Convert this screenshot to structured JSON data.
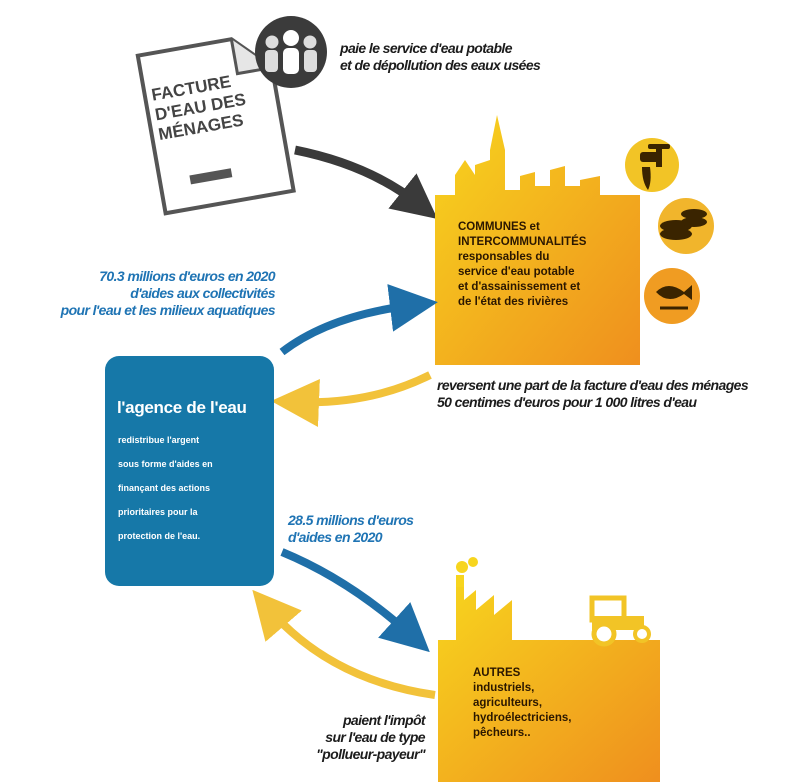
{
  "facture": {
    "title_lines": [
      "FACTURE",
      "D'EAU DES",
      "MÉNAGES"
    ],
    "caption_lines": [
      "paie le service d'eau potable",
      "et de dépollution des eaux usées"
    ]
  },
  "communes": {
    "title_lines": [
      "COMMUNES et",
      "INTERCOMMUNALITÉS"
    ],
    "desc_lines": [
      "responsables du",
      "service d'eau potable",
      "et d'assainissement et",
      "de l'état des rivières"
    ]
  },
  "agence": {
    "title": "l'agence de l'eau",
    "desc_lines": [
      "redistribue l'argent",
      "sous forme d'aides en",
      "finançant des actions",
      "prioritaires pour la",
      "protection de l'eau."
    ]
  },
  "aides_collectivites": {
    "lines": [
      "70.3 millions d'euros en 2020",
      "d'aides aux collectivités",
      "pour l'eau et les milieux aquatiques"
    ]
  },
  "reversent": {
    "lines": [
      "reversent une part de la facture d'eau des ménages",
      "50 centimes d'euros pour 1 000 litres d'eau"
    ]
  },
  "aides_autres": {
    "lines": [
      "28.5 millions d'euros",
      "d'aides en 2020"
    ]
  },
  "autres": {
    "title": "AUTRES",
    "desc_lines": [
      "industriels,",
      "agriculteurs,",
      "hydroélectriciens,",
      "pêcheurs.."
    ]
  },
  "impot": {
    "lines": [
      "paient l'impôt",
      "sur l'eau de type",
      "\"pollueur-payeur\""
    ]
  },
  "colors": {
    "blue": "#1678a8",
    "arrow_blue": "#1f6fa8",
    "arrow_yellow": "#f2c23a",
    "orange_gradient_start": "#f7d51e",
    "orange_gradient_end": "#ef8f1e",
    "dark_arrow": "#3a3a3a"
  },
  "icons": [
    "people-icon",
    "faucet-icon",
    "coins-icon",
    "fish-icon",
    "factory-icon",
    "tractor-icon"
  ]
}
